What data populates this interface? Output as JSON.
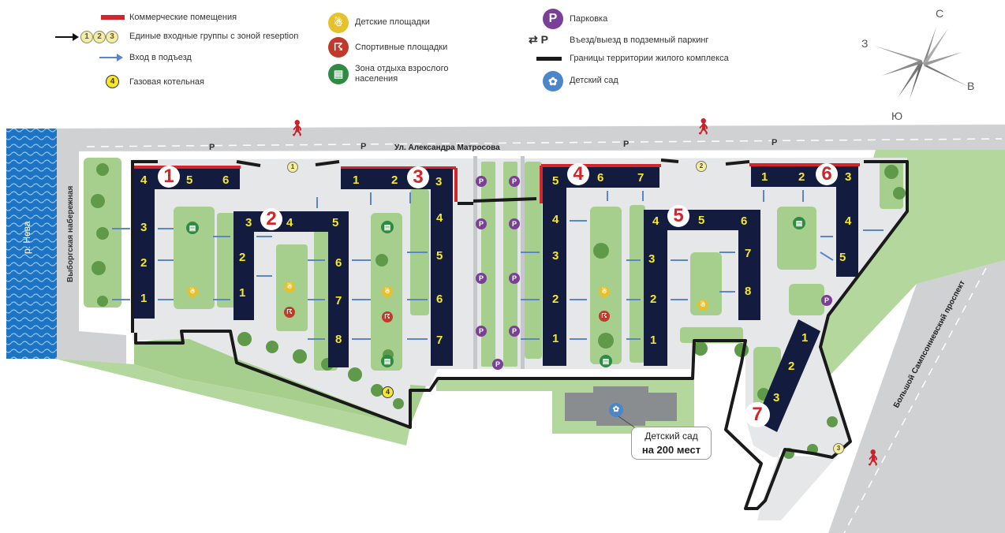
{
  "legend": {
    "commercial": "Коммерческие помещения",
    "entrance_groups": "Единые входные группы с зоной reseption",
    "entrance_groups_nums": [
      "1",
      "2",
      "3"
    ],
    "entrance": "Вход в подъезд",
    "boiler": "Газовая котельная",
    "boiler_num": "4",
    "kids": "Детские площадки",
    "sport": "Спортивные площадки",
    "rest": "Зона отдыха взрослого населения",
    "parking": "Парковка",
    "parking_letter": "P",
    "underground": "Въезд/выезд  в подземный паркинг",
    "border": "Границы территории жилого комплекса",
    "kindergarten": "Детский сад"
  },
  "compass": {
    "n": "С",
    "s": "Ю",
    "w": "З",
    "e": "В"
  },
  "map": {
    "street_top": "Ул. Александра Матросова",
    "street_left": "Выборгская набережная",
    "street_right": "Большой Сампсониевский проспект",
    "river": "р. Нева",
    "kindergarten_line1": "Детский  сад",
    "kindergarten_line2": "на 200 мест"
  },
  "colors": {
    "water": "#1d73c4",
    "road": "#cfd1d3",
    "yard": "#e6e7e8",
    "green": "#a6cf8e",
    "green_dark": "#7fb464",
    "building": "#131c3f",
    "commercial": "#d3262c",
    "border": "#1a1a1a",
    "label": "#f6e72b",
    "entrance": "#5a86c7",
    "purple": "#7a3f97"
  },
  "buildings": [
    {
      "id": "1",
      "sections": [
        "4",
        "5",
        "6",
        "3",
        "2",
        "1"
      ]
    },
    {
      "id": "2",
      "sections": [
        "3",
        "4",
        "5",
        "2",
        "1",
        "6",
        "7",
        "8"
      ]
    },
    {
      "id": "3",
      "sections": [
        "1",
        "2",
        "3",
        "4",
        "5",
        "6",
        "7"
      ]
    },
    {
      "id": "4",
      "sections": [
        "5",
        "6",
        "7",
        "4",
        "3",
        "2",
        "1"
      ]
    },
    {
      "id": "5",
      "sections": [
        "4",
        "5",
        "6",
        "3",
        "2",
        "1",
        "7",
        "8"
      ]
    },
    {
      "id": "6",
      "sections": [
        "1",
        "2",
        "3",
        "4",
        "5"
      ]
    },
    {
      "id": "7",
      "sections": [
        "1",
        "2",
        "3"
      ]
    }
  ]
}
